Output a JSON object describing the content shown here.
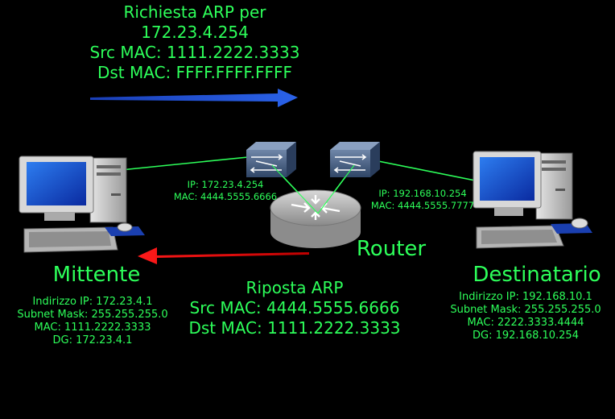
{
  "request": {
    "line1": "Richiesta ARP per",
    "line2": "172.23.4.254",
    "line3": "Src MAC: 1111.2222.3333",
    "line4": "Dst MAC: FFFF.FFFF.FFFF"
  },
  "reply": {
    "line1": "Riposta ARP",
    "line2": "Src MAC: 4444.5555.6666",
    "line3": "Dst MAC: 1111.2222.3333"
  },
  "router": {
    "label": "Router",
    "left_if": {
      "ip": "IP: 172.23.4.254",
      "mac": "MAC: 4444.5555.6666"
    },
    "right_if": {
      "ip": "IP: 192.168.10.254",
      "mac": "MAC: 4444.5555.7777"
    }
  },
  "sender": {
    "title": "Mittente",
    "ip": "Indirizzo IP: 172.23.4.1",
    "mask": "Subnet Mask: 255.255.255.0",
    "mac": "MAC: 1111.2222.3333",
    "dg": "DG: 172.23.4.1"
  },
  "receiver": {
    "title": "Destinatario",
    "ip": "Indirizzo IP: 192.168.10.1",
    "mask": "Subnet Mask: 255.255.255.0",
    "mac": "MAC: 2222.3333.4444",
    "dg": "DG: 192.168.10.254"
  },
  "icons": {
    "computer": "computer-icon",
    "switch": "switch-icon",
    "router": "router-icon"
  },
  "colors": {
    "text": "#2dff5a",
    "request_arrow": "#1f4fd0",
    "reply_arrow": "#e01010",
    "link": "#2dff5a"
  }
}
